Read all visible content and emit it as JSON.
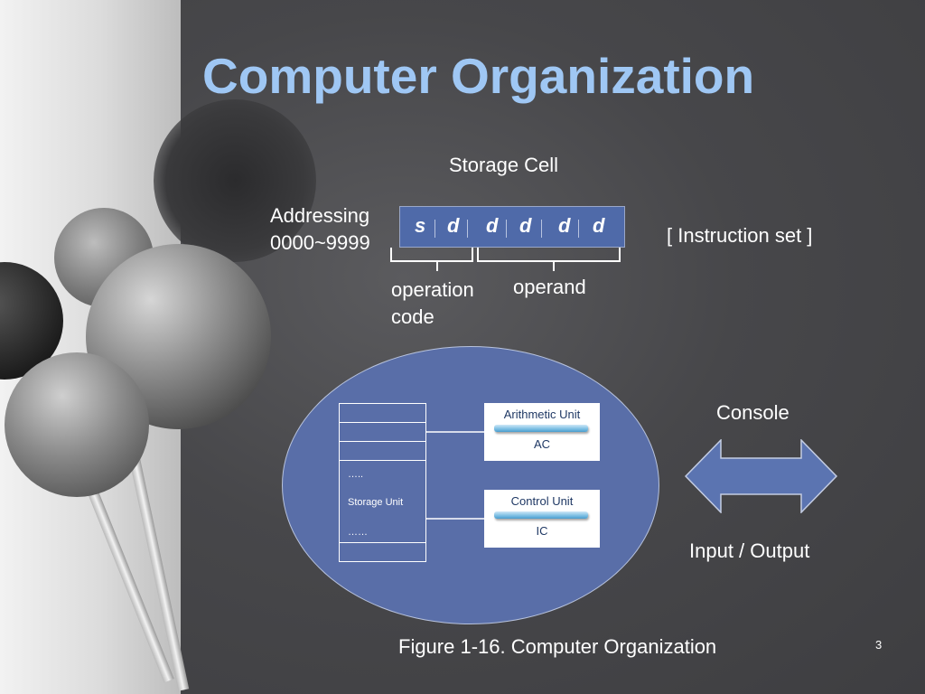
{
  "slide": {
    "title": "Computer Organization",
    "page_number": "3",
    "caption": "Figure 1-16. Computer Organization"
  },
  "storage_cell": {
    "label": "Storage Cell",
    "addressing_line1": "Addressing",
    "addressing_line2": "0000~9999",
    "letters": [
      "s",
      "d",
      "d",
      "d",
      "d",
      "d"
    ],
    "instruction_set": "[ Instruction set ]",
    "operation_code_line1": "operation",
    "operation_code_line2": "code",
    "operand": "operand"
  },
  "organization": {
    "storage_unit_label": "Storage Unit",
    "dots_top": "…..",
    "dots_bottom": "……",
    "arithmetic_unit": "Arithmetic Unit",
    "ac": "AC",
    "control_unit": "Control Unit",
    "ic": "IC"
  },
  "io": {
    "console": "Console",
    "input_output": "Input / Output"
  },
  "colors": {
    "title": "#9fc7f4",
    "cell_fill": "#4f6aa9",
    "ellipse_fill": "#596ea8",
    "arrow_fill": "#5b74b1"
  }
}
